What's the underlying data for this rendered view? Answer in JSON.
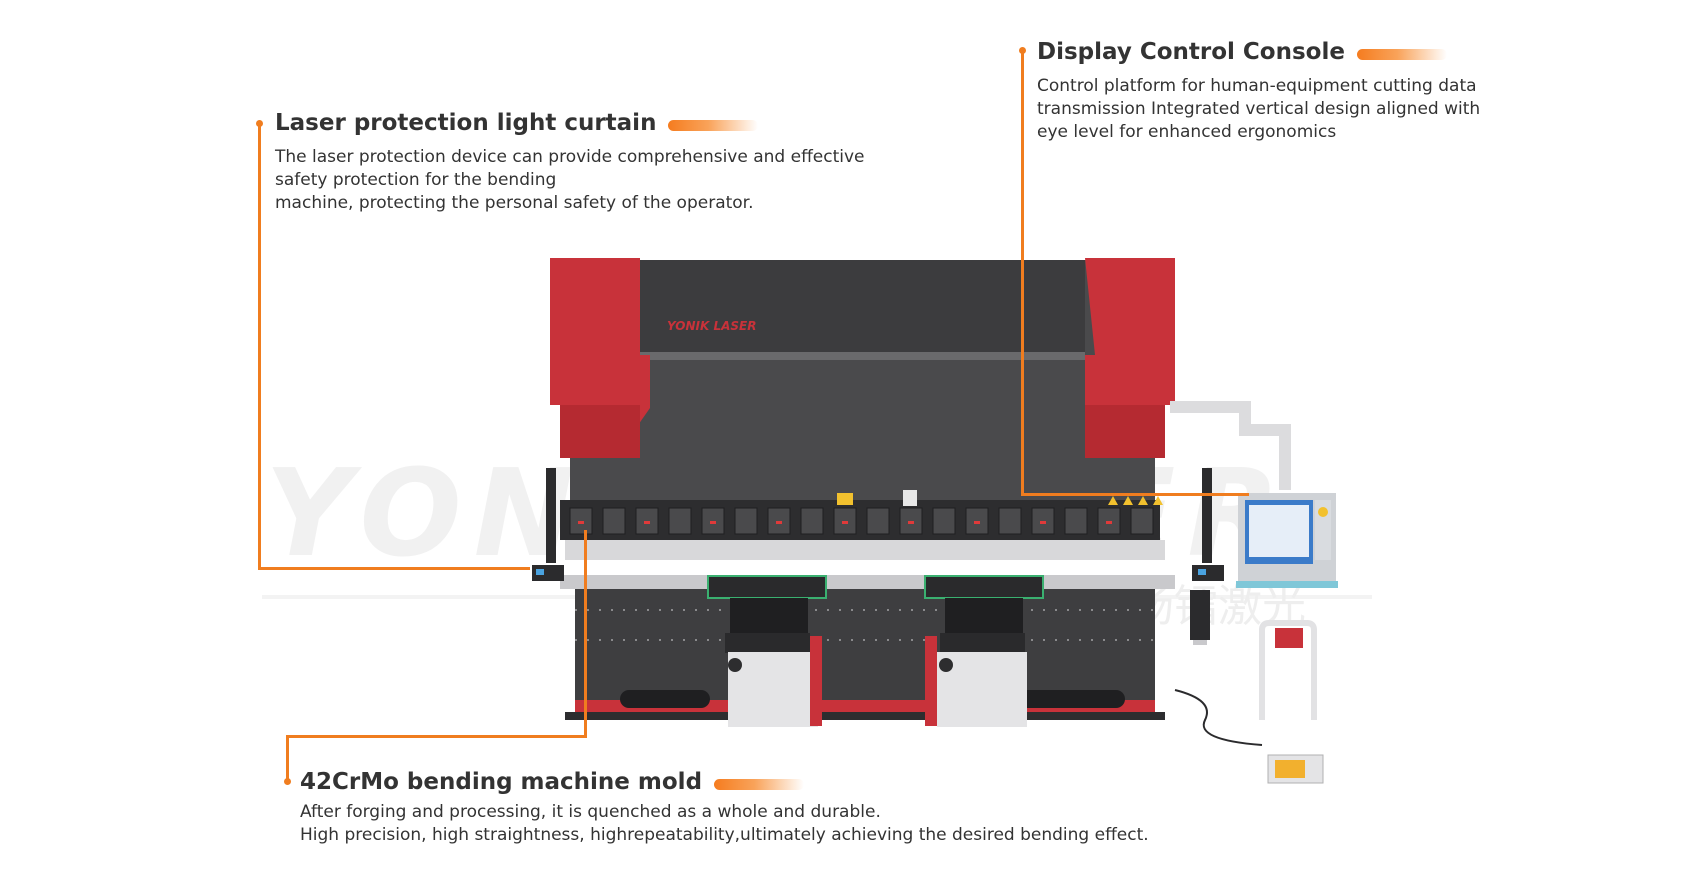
{
  "watermark": {
    "brand": "YONIK LASER",
    "cn": "扬镭激光"
  },
  "machine": {
    "brand_label": "YONIK LASER",
    "colors": {
      "frame": "#4a4a4c",
      "red": "#c8323a",
      "accent": "#f07d1f"
    },
    "icon": "press-brake-machine"
  },
  "callouts": {
    "light_curtain": {
      "title": "Laser protection light curtain",
      "lines": [
        "The laser protection device can provide comprehensive and effective",
        "safety protection for the bending",
        "machine, protecting the personal safety of the operator."
      ]
    },
    "console": {
      "title": "Display Control Console",
      "lines": [
        "Control platform for human-equipment cutting data",
        "transmission Integrated vertical design aligned with",
        "eye level for enhanced ergonomics"
      ]
    },
    "mold": {
      "title": "42CrMo bending machine mold",
      "lines": [
        "After forging and processing, it is quenched as a whole and durable.",
        "High precision, high straightness, highrepeatability,ultimately achieving the desired bending effect."
      ]
    }
  }
}
